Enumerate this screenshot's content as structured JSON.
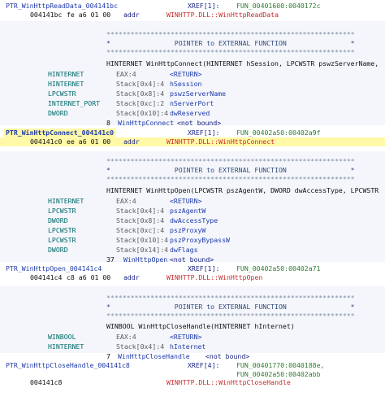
{
  "blocks": [
    {
      "header": {
        "label": "PTR_WinHttpReadData_004141bc",
        "xref_label": "XREF[1]:",
        "xref_target": "FUN_00401600:0040172c"
      },
      "data_line": {
        "address": "004141bc",
        "bytes": "fe a6 01 00",
        "mnemonic": "addr",
        "operand": "WINHTTP.DLL::WinHttpReadData"
      }
    },
    {
      "stars": "**************************************************************",
      "banner": "*                POINTER to EXTERNAL FUNCTION                *",
      "signature": "HINTERNET WinHttpConnect(HINTERNET hSession, LPCWSTR pswzServerName,",
      "params": [
        {
          "type": "HINTERNET",
          "storage": "EAX:4",
          "name": "<RETURN>"
        },
        {
          "type": "HINTERNET",
          "storage": "Stack[0x4]:4",
          "name": "hSession"
        },
        {
          "type": "LPCWSTR",
          "storage": "Stack[0x8]:4",
          "name": "pswzServerName"
        },
        {
          "type": "INTERNET_PORT",
          "storage": "Stack[0xc]:2",
          "name": "nServerPort"
        },
        {
          "type": "DWORD",
          "storage": "Stack[0x10]:4",
          "name": "dwReserved"
        }
      ],
      "ordinal": "8",
      "thunk_name": "WinHttpConnect",
      "bound": "<not bound>",
      "header": {
        "label": "PTR_WinHttpConnect_004141c0",
        "xref_label": "XREF[1]:",
        "xref_target": "FUN_00402a50:00402a9f"
      },
      "data_line": {
        "address": "004141c0",
        "bytes": "ee a6 01 00",
        "mnemonic": "addr",
        "operand": "WINHTTP.DLL::WinHttpConnect"
      }
    },
    {
      "stars": "**************************************************************",
      "banner": "*                POINTER to EXTERNAL FUNCTION                *",
      "signature": "HINTERNET WinHttpOpen(LPCWSTR pszAgentW, DWORD dwAccessType, LPCWSTR",
      "params": [
        {
          "type": "HINTERNET",
          "storage": "EAX:4",
          "name": "<RETURN>"
        },
        {
          "type": "LPCWSTR",
          "storage": "Stack[0x4]:4",
          "name": "pszAgentW"
        },
        {
          "type": "DWORD",
          "storage": "Stack[0x8]:4",
          "name": "dwAccessType"
        },
        {
          "type": "LPCWSTR",
          "storage": "Stack[0xc]:4",
          "name": "pszProxyW"
        },
        {
          "type": "LPCWSTR",
          "storage": "Stack[0x10]:4",
          "name": "pszProxyBypassW"
        },
        {
          "type": "DWORD",
          "storage": "Stack[0x14]:4",
          "name": "dwFlags"
        }
      ],
      "ordinal": "37",
      "thunk_name": "WinHttpOpen",
      "bound": "<not bound>",
      "header": {
        "label": "PTR_WinHttpOpen_004141c4",
        "xref_label": "XREF[1]:",
        "xref_target": "FUN_00402a50:00402a71"
      },
      "data_line": {
        "address": "004141c4",
        "bytes": "c8 a6 01 00",
        "mnemonic": "addr",
        "operand": "WINHTTP.DLL::WinHttpOpen"
      }
    },
    {
      "stars": "**************************************************************",
      "banner": "*                POINTER to EXTERNAL FUNCTION                *",
      "signature": "WINBOOL WinHttpCloseHandle(HINTERNET hInternet)",
      "params": [
        {
          "type": "WINBOOL",
          "storage": "EAX:4",
          "name": "<RETURN>"
        },
        {
          "type": "HINTERNET",
          "storage": "Stack[0x4]:4",
          "name": "hInternet"
        }
      ],
      "ordinal": "7",
      "thunk_name": "WinHttpCloseHandle",
      "bound": "<not bound>",
      "header": {
        "label": "PTR_WinHttpCloseHandle_004141c8",
        "xref_label": "XREF[4]:",
        "xref_target": "FUN_00401770:0040188e,",
        "xref_extra": "FUN_00402a50:00402abb"
      },
      "data_line": {
        "address": "004141c8",
        "bytes": "",
        "mnemonic": "",
        "operand": "WINHTTP.DLL::WinHttpCloseHandle"
      }
    }
  ],
  "colors": {
    "background": "#ffffff",
    "highlight": "#fff9a8",
    "label": "#1f3aa8",
    "xref_target": "#2e7d32",
    "operand": "#c62828"
  }
}
